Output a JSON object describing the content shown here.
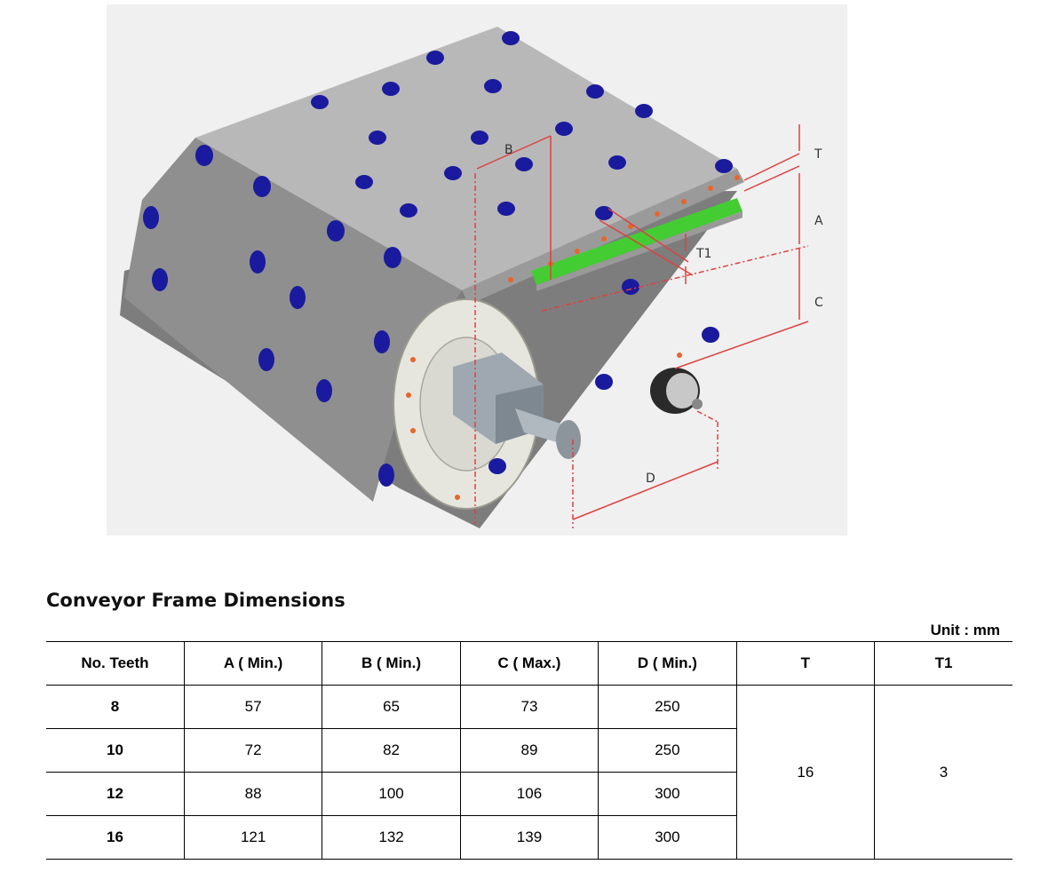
{
  "figure": {
    "dimension_labels": {
      "a": "A",
      "b": "B",
      "c": "C",
      "d": "D",
      "t": "T",
      "t1": "T1"
    },
    "colors": {
      "belt": "#b5b5b5",
      "belt_side": "#8f8f8f",
      "roller": "#1a1a9e",
      "wear_strip": "#44cc33",
      "dimension_line": "#e04040",
      "pin": "#e8652a",
      "sprocket": "#e6e6df",
      "frame_bg": "#f0f0f0"
    }
  },
  "section": {
    "title": "Conveyor Frame Dimensions"
  },
  "table": {
    "unit": "Unit : mm",
    "headers": [
      "No. Teeth",
      "A ( Min.)",
      "B ( Min.)",
      "C ( Max.)",
      "D ( Min.)",
      "T",
      "T1"
    ],
    "rows": [
      {
        "teeth": "8",
        "a": "57",
        "b": "65",
        "c": "73",
        "d": "250"
      },
      {
        "teeth": "10",
        "a": "72",
        "b": "82",
        "c": "89",
        "d": "250"
      },
      {
        "teeth": "12",
        "a": "88",
        "b": "100",
        "c": "106",
        "d": "300"
      },
      {
        "teeth": "16",
        "a": "121",
        "b": "132",
        "c": "139",
        "d": "300"
      }
    ],
    "t_value": "16",
    "t1_value": "3"
  }
}
